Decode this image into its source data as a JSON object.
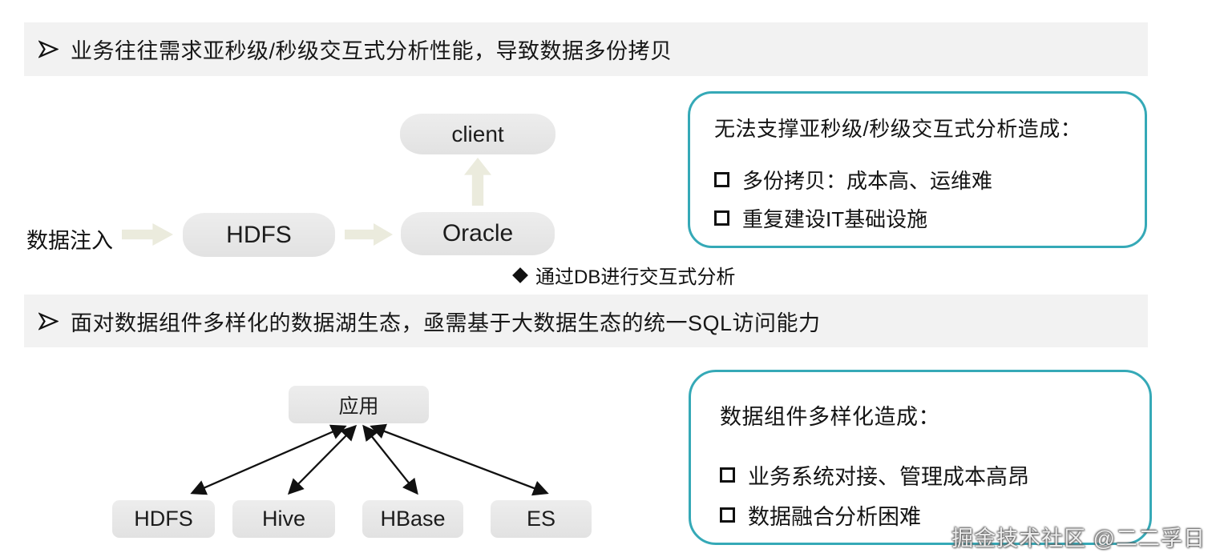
{
  "colors": {
    "accent_teal": "#35a9b7",
    "heading_bar_bg": "#f2f2f2",
    "node_gray": "#e7e7e7",
    "block_arrow_beige": "#ebebdd",
    "text": "#141414"
  },
  "icons": {
    "heading_bullet": "➢",
    "note_bullet": "◆",
    "list_bullet": "❑",
    "flow_arrow_right": "→",
    "flow_arrow_up": "↑",
    "fanout_double_arrow": "↕"
  },
  "section1": {
    "heading": "业务往往需求亚秒级/秒级交互式分析性能，导致数据多份拷贝",
    "flow": {
      "source_label": "数据注入",
      "node_hdfs": "HDFS",
      "node_oracle": "Oracle",
      "node_client": "client",
      "note": "通过DB进行交互式分析"
    },
    "callout": {
      "title": "无法支撑亚秒级/秒级交互式分析造成：",
      "items": [
        "多份拷贝：成本高、运维难",
        "重复建设IT基础设施"
      ]
    }
  },
  "section2": {
    "heading": "面对数据组件多样化的数据湖生态，亟需基于大数据生态的统一SQL访问能力",
    "diagram": {
      "root": "应用",
      "leaves": [
        "HDFS",
        "Hive",
        "HBase",
        "ES"
      ]
    },
    "callout": {
      "title": "数据组件多样化造成：",
      "items": [
        "业务系统对接、管理成本高昂",
        "数据融合分析困难"
      ]
    }
  },
  "watermark": "掘金技术社区 @二二孚日"
}
